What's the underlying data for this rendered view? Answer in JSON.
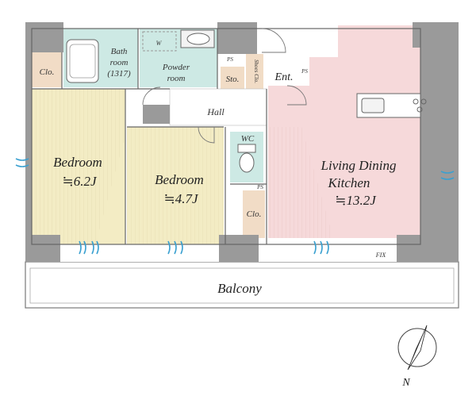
{
  "rooms": {
    "bedroom1": {
      "name": "Bedroom",
      "size": "≒6.2J"
    },
    "bedroom2": {
      "name": "Bedroom",
      "size": "≒4.7J"
    },
    "ldk": {
      "line1": "Living Dining",
      "line2": "Kitchen",
      "size": "≒13.2J"
    },
    "bathroom": {
      "line1": "Bath",
      "line2": "room",
      "line3": "(1317)"
    },
    "powder": {
      "line1": "Powder",
      "line2": "room"
    },
    "hall": "Hall",
    "entrance": "Ent.",
    "wc": "WC",
    "storage": "Sto.",
    "shoes": "Shoes Clo.",
    "closet_left": "Clo.",
    "closet_mid": "Clo.",
    "balcony": "Balcony"
  },
  "marks": {
    "ps": "PS",
    "washer": "W",
    "fix": "FIX",
    "north": "N"
  },
  "colors": {
    "bedroom": "#f3ecc4",
    "ldk": "#f6d9da",
    "wet": "#cde9e4",
    "closet": "#f1dcc6",
    "wall": "#9a9a9a",
    "window": "#3aa0d0"
  }
}
